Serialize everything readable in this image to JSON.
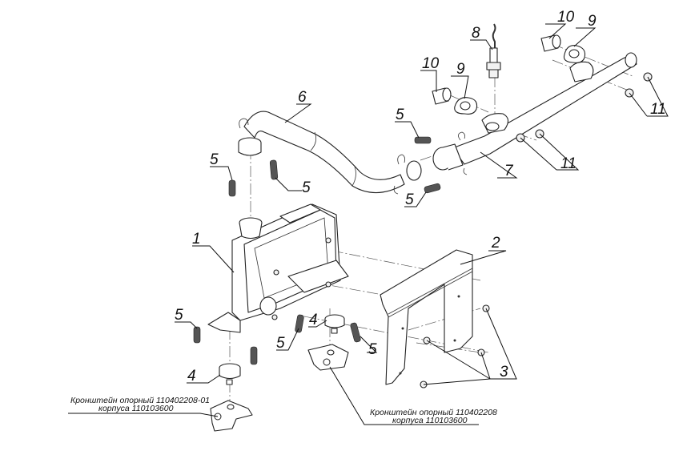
{
  "diagram": {
    "type": "exploded-assembly-view",
    "callouts": [
      {
        "id": "c1",
        "label": "1",
        "part": "muffler-body"
      },
      {
        "id": "c2",
        "label": "2",
        "part": "heat-shield"
      },
      {
        "id": "c3",
        "label": "3",
        "part": "bolts"
      },
      {
        "id": "c4a",
        "label": "4",
        "part": "rubber-mount"
      },
      {
        "id": "c4b",
        "label": "4",
        "part": "rubber-mount"
      },
      {
        "id": "c5a",
        "label": "5",
        "part": "spring"
      },
      {
        "id": "c5b",
        "label": "5",
        "part": "spring"
      },
      {
        "id": "c5c",
        "label": "5",
        "part": "spring"
      },
      {
        "id": "c5d",
        "label": "5",
        "part": "spring"
      },
      {
        "id": "c5e",
        "label": "5",
        "part": "spring"
      },
      {
        "id": "c5f",
        "label": "5",
        "part": "spring"
      },
      {
        "id": "c5g",
        "label": "5",
        "part": "spring"
      },
      {
        "id": "c6",
        "label": "6",
        "part": "intermediate-pipe"
      },
      {
        "id": "c7",
        "label": "7",
        "part": "exhaust-manifold-pipe"
      },
      {
        "id": "c8",
        "label": "8",
        "part": "oxygen-sensor"
      },
      {
        "id": "c9a",
        "label": "9",
        "part": "gasket"
      },
      {
        "id": "c9b",
        "label": "9",
        "part": "gasket"
      },
      {
        "id": "c10a",
        "label": "10",
        "part": "sleeve"
      },
      {
        "id": "c10b",
        "label": "10",
        "part": "sleeve"
      },
      {
        "id": "c11a",
        "label": "11",
        "part": "nuts"
      },
      {
        "id": "c11b",
        "label": "11",
        "part": "nuts"
      }
    ],
    "captions": {
      "bracket_left_line1": "Кронштейн опорный 110402208-01",
      "bracket_left_line2": "корпуса 110103600",
      "bracket_right_line1": "Кронштейн опорный 110402208",
      "bracket_right_line2": "корпуса 110103600"
    }
  }
}
